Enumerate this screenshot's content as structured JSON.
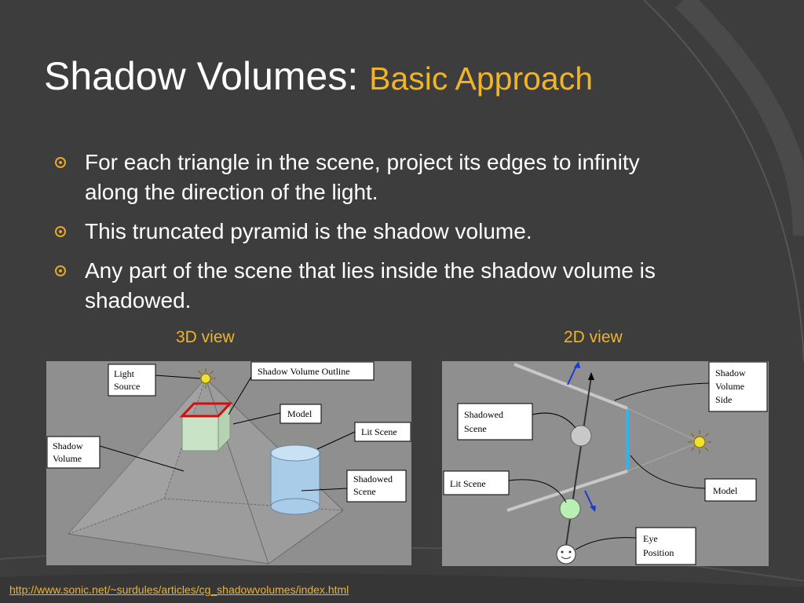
{
  "slide": {
    "title_main": "Shadow Volumes: ",
    "title_sub": "Basic Approach",
    "bullets": [
      "For each triangle in the scene, project its edges to infinity along the direction of the light.",
      "This truncated pyramid is the shadow volume.",
      "Any part of the scene that lies inside the shadow volume is shadowed."
    ],
    "label_3d": "3D view",
    "label_2d": "2D view",
    "url": "http://www.sonic.net/~surdules/articles/cg_shadowvolumes/index.html"
  },
  "fig3d": {
    "light_source": [
      "Light",
      "Source"
    ],
    "shadow_volume_outline": "Shadow Volume Outline",
    "model": "Model",
    "shadow_volume": [
      "Shadow",
      "Volume"
    ],
    "lit_scene": "Lit Scene",
    "shadowed_scene": [
      "Shadowed",
      "Scene"
    ]
  },
  "fig2d": {
    "shadow_volume_side": [
      "Shadow",
      "Volume",
      "Side"
    ],
    "shadowed_scene": [
      "Shadowed",
      "Scene"
    ],
    "lit_scene": "Lit Scene",
    "model": "Model",
    "eye_position": [
      "Eye",
      "Position"
    ]
  },
  "colors": {
    "title_accent": "#f0b429",
    "bullet": "#e9a826",
    "background": "#3d3d3d"
  }
}
